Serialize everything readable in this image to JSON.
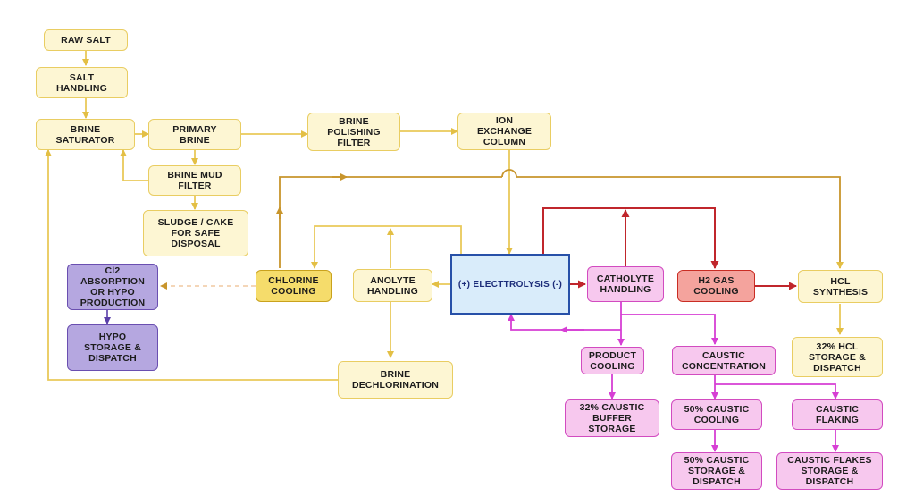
{
  "nodes": {
    "raw_salt": "RAW SALT",
    "salt_handling": "SALT\nHANDLING",
    "brine_saturator": "BRINE\nSATURATOR",
    "primary_brine": "PRIMARY\nBRINE",
    "brine_polishing_filter": "BRINE\nPOLISHING\nFILTER",
    "ion_exchange_column": "ION\nEXCHANGE\nCOLUMN",
    "brine_mud_filter": "BRINE MUD\nFILTER",
    "sludge_cake": "SLUDGE / CAKE\nFOR SAFE\nDISPOSAL",
    "cl2_absorption": "Cl2\nABSORPTION\nOR HYPO\nPRODUCTION",
    "hypo_storage": "HYPO\nSTORAGE &\nDISPATCH",
    "chlorine_cooling": "CHLORINE\nCOOLING",
    "anolyte_handling": "ANOLYTE\nHANDLING",
    "electrolysis": "(+) ELECTTROLYSIS (-)",
    "catholyte_handling": "CATHOLYTE\nHANDLING",
    "h2_gas_cooling": "H2 GAS\nCOOLING",
    "hcl_synthesis": "HCL\nSYNTHESIS",
    "hcl_storage": "32% HCL\nSTORAGE &\nDISPATCH",
    "brine_dechlorination": "BRINE\nDECHLORINATION",
    "product_cooling": "PRODUCT\nCOOLING",
    "caustic_concentration": "CAUSTIC\nCONCENTRATION",
    "caustic_buffer_storage": "32% CAUSTIC\nBUFFER\nSTORAGE",
    "caustic_50_cooling": "50% CAUSTIC\nCOOLING",
    "caustic_flaking": "CAUSTIC\nFLAKING",
    "caustic_50_storage": "50% CAUSTIC\nSTORAGE &\nDISPATCH",
    "caustic_flakes_storage": "CAUSTIC FLAKES\nSTORAGE &\nDISPATCH"
  },
  "colors": {
    "brine_flow": "#e9c95a",
    "hydrogen_flow": "#c0262c",
    "caustic_flow": "#d63fd4",
    "chlorine_gas_flow": "#c8952c",
    "hypo_flow": "#5a3fa8"
  }
}
